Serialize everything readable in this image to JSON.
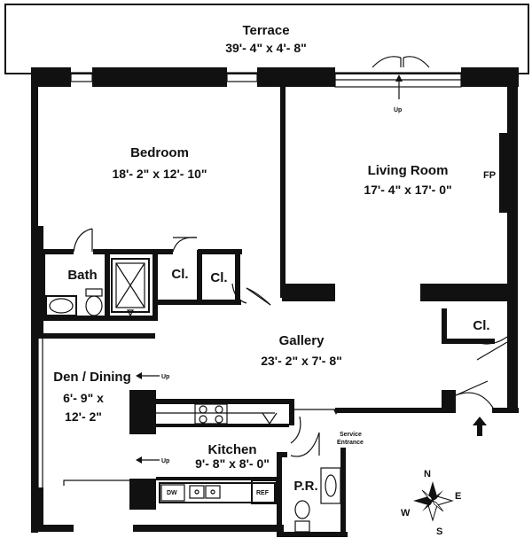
{
  "rooms": {
    "terrace": {
      "name": "Terrace",
      "dims": "39'- 4\" x 4'- 8\""
    },
    "bedroom": {
      "name": "Bedroom",
      "dims": "18'- 2\" x 12'- 10\""
    },
    "living": {
      "name": "Living Room",
      "dims": "17'- 4\" x 17'- 0\""
    },
    "gallery": {
      "name": "Gallery",
      "dims": "23'- 2\" x 7'- 8\""
    },
    "den": {
      "name": "Den / Dining",
      "dims_line1": "6'- 9\" x",
      "dims_line2": "12'- 2\""
    },
    "kitchen": {
      "name": "Kitchen",
      "dims": "9'- 8\" x 8'- 0\""
    },
    "bath": {
      "name": "Bath"
    },
    "closet1": {
      "name": "Cl."
    },
    "closet2": {
      "name": "Cl."
    },
    "closet3": {
      "name": "Cl."
    },
    "powder": {
      "name": "P.R."
    }
  },
  "labels": {
    "fireplace": "FP",
    "up_living": "Up",
    "up_den": "Up",
    "up_kitchen": "Up",
    "service_line1": "Service",
    "service_line2": "Entrance",
    "dishwasher": "DW",
    "refrigerator": "REF"
  },
  "compass": {
    "n": "N",
    "s": "S",
    "e": "E",
    "w": "W"
  }
}
